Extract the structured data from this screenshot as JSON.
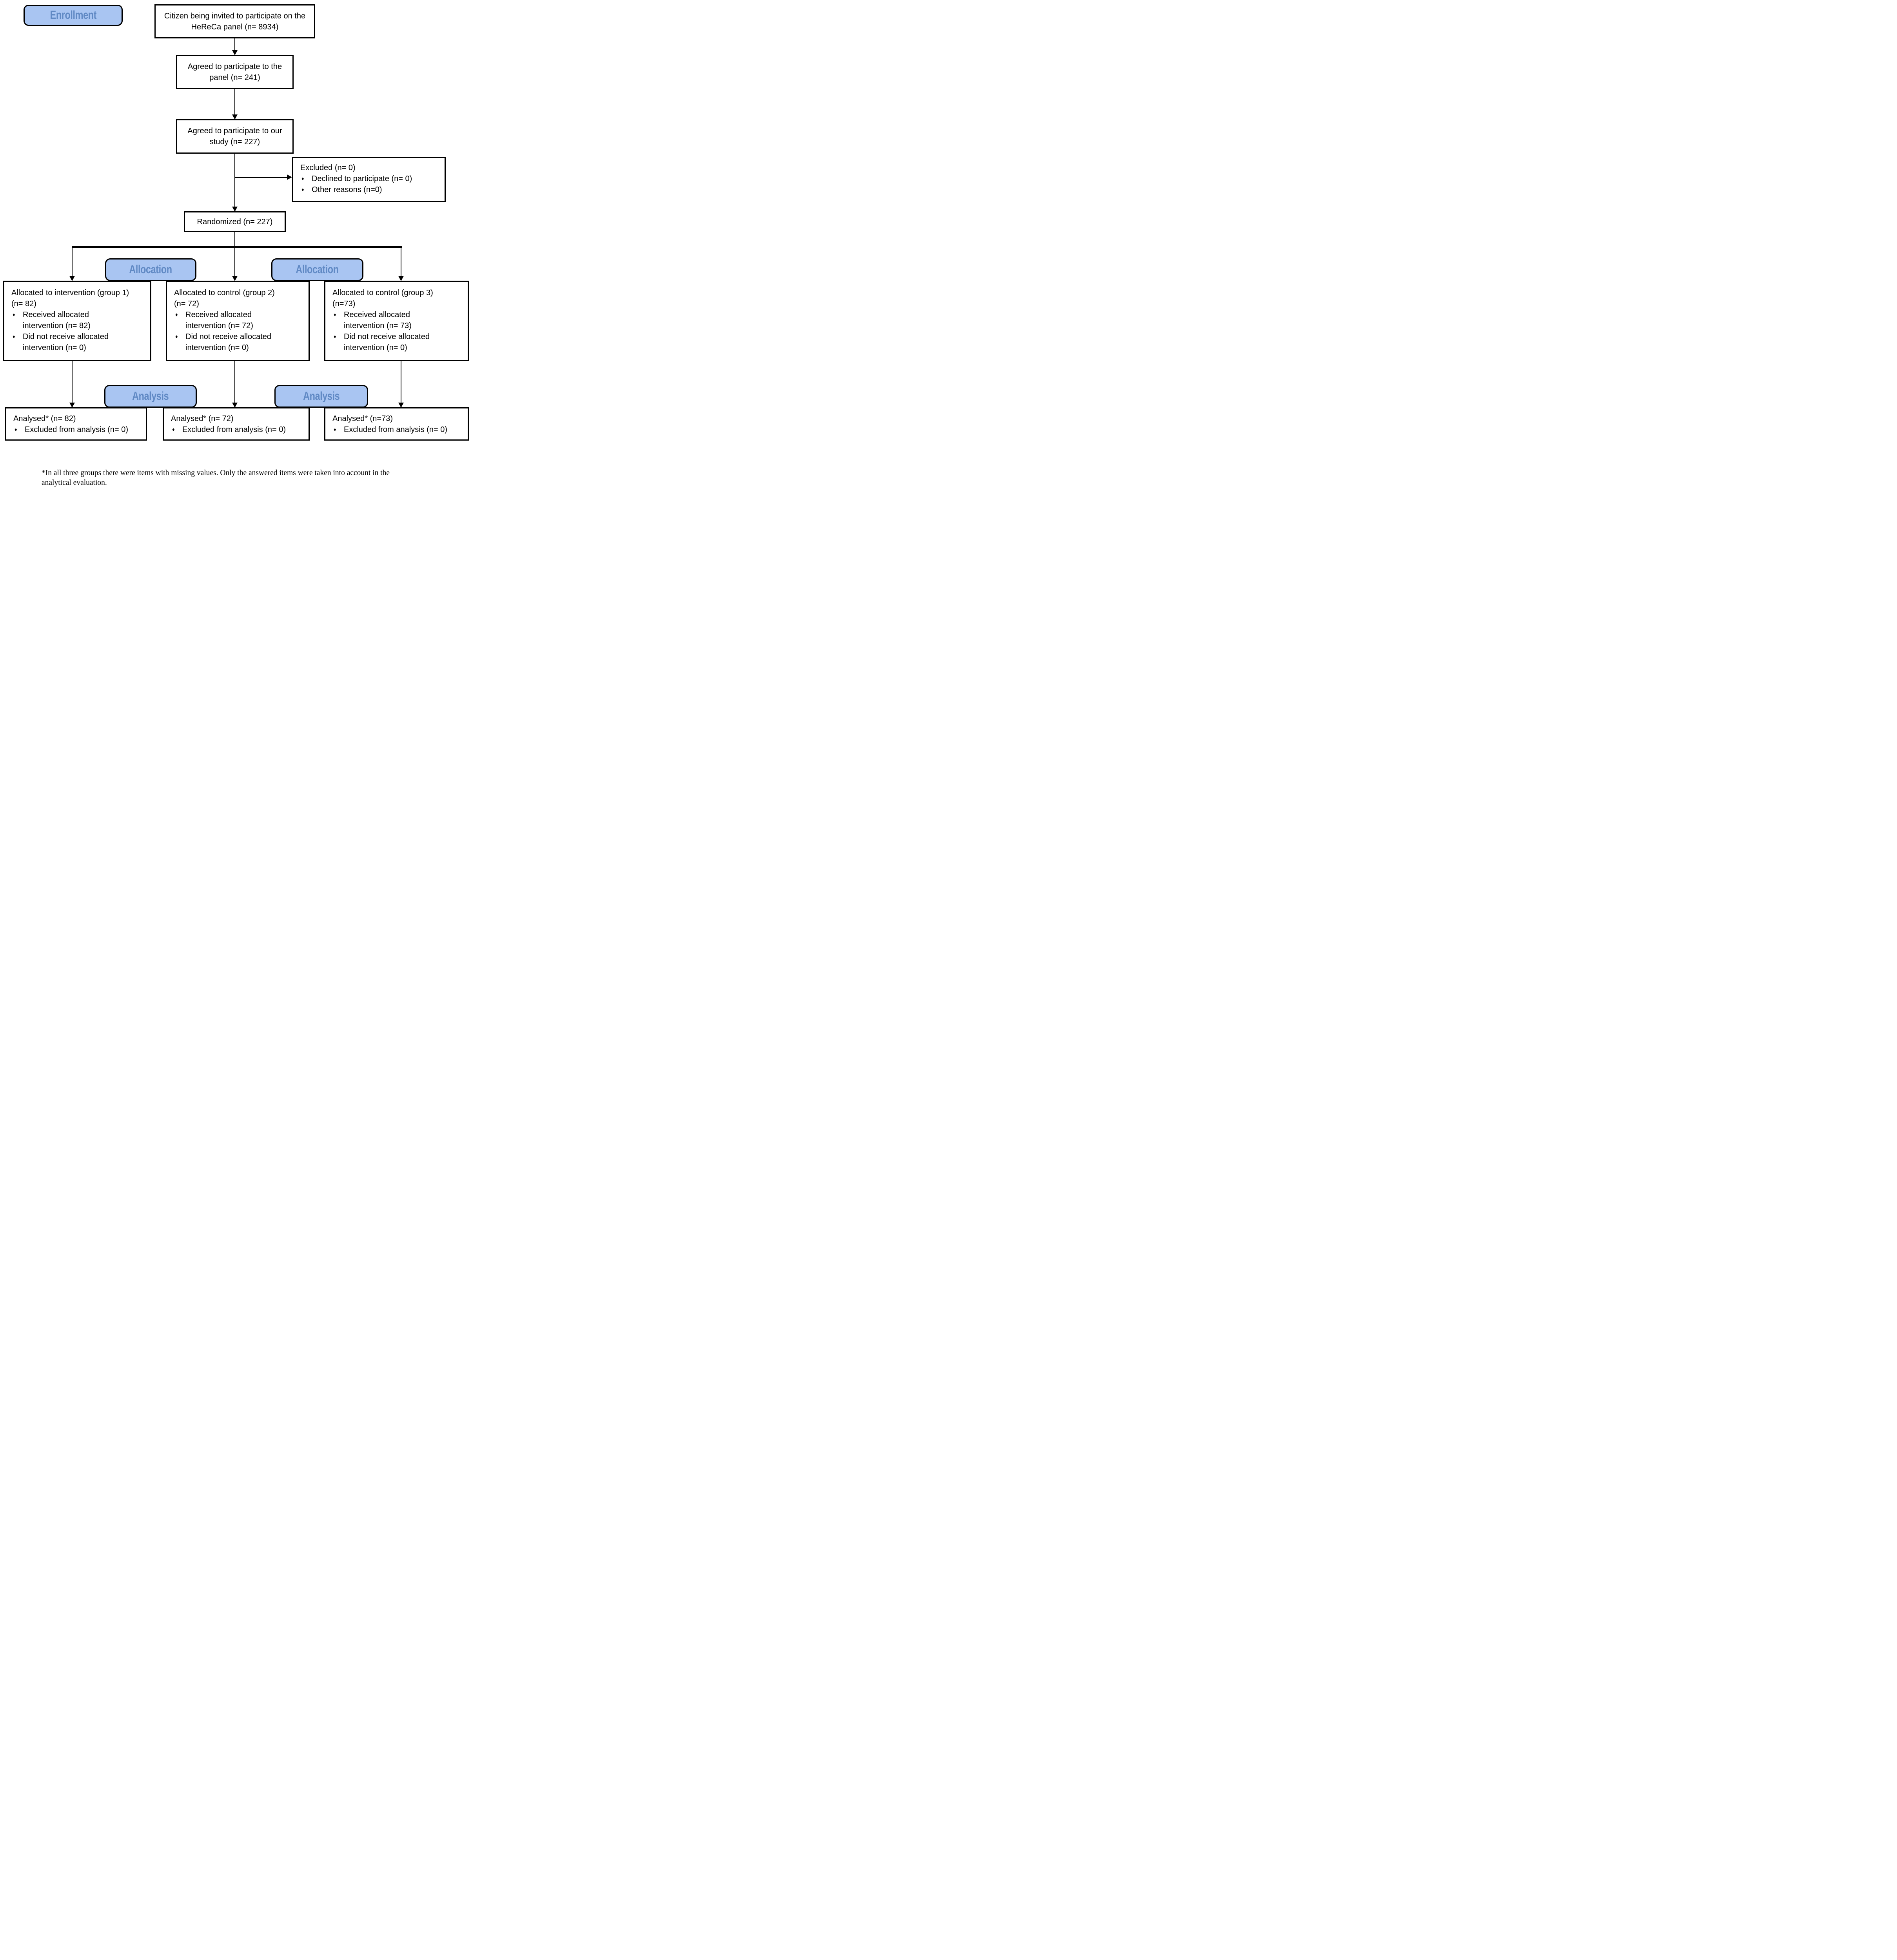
{
  "colors": {
    "stage_fill": "#a9c5f2",
    "stage_text": "#6089c4",
    "stage_border": "#000000",
    "box_border": "#000000",
    "text": "#000000",
    "background": "#ffffff"
  },
  "bullet_glyph": "♦",
  "stage_labels": {
    "enrollment": "Enrollment",
    "allocation_left": "Allocation",
    "allocation_right": "Allocation",
    "analysis_left": "Analysis",
    "analysis_right": "Analysis"
  },
  "boxes": {
    "invited": {
      "lines": [
        "Citizen being invited to participate on the",
        "HeReCa panel (n= 8934)"
      ]
    },
    "agreed_panel": {
      "lines": [
        "Agreed to participate to the",
        "panel (n= 241)"
      ]
    },
    "agreed_study": {
      "lines": [
        "Agreed to participate to our",
        "study (n= 227)"
      ]
    },
    "excluded": {
      "title": "Excluded (n= 0)",
      "bullets": [
        {
          "lines": [
            "Declined to participate (n= 0)"
          ]
        },
        {
          "lines": [
            "Other reasons (n=0)"
          ]
        }
      ]
    },
    "randomized": {
      "title": "Randomized (n= 227)"
    },
    "allocation_group1": {
      "title_lines": [
        "Allocated to intervention (group 1)",
        "(n= 82)"
      ],
      "bullets": [
        {
          "lines": [
            "Received allocated",
            "intervention (n= 82)"
          ]
        },
        {
          "lines": [
            "Did not receive allocated",
            "intervention (n= 0)"
          ]
        }
      ]
    },
    "allocation_group2": {
      "title_lines": [
        "Allocated to control (group 2)",
        "(n= 72)"
      ],
      "bullets": [
        {
          "lines": [
            "Received allocated",
            "intervention (n= 72)"
          ]
        },
        {
          "lines": [
            "Did not receive allocated",
            "intervention (n= 0)"
          ]
        }
      ]
    },
    "allocation_group3": {
      "title_lines": [
        "Allocated to control (group 3)",
        "(n=73)"
      ],
      "bullets": [
        {
          "lines": [
            "Received allocated",
            "intervention (n= 73)"
          ]
        },
        {
          "lines": [
            "Did not receive allocated",
            "intervention (n= 0)"
          ]
        }
      ]
    },
    "analysis_group1": {
      "title": "Analysed* (n= 82)",
      "bullets": [
        {
          "lines": [
            "Excluded from analysis (n= 0)"
          ]
        }
      ]
    },
    "analysis_group2": {
      "title": "Analysed* (n= 72)",
      "bullets": [
        {
          "lines": [
            "Excluded from analysis (n= 0)"
          ]
        }
      ]
    },
    "analysis_group3": {
      "title": "Analysed* (n=73)",
      "bullets": [
        {
          "lines": [
            "Excluded from analysis (n= 0)"
          ]
        }
      ]
    }
  },
  "footnote": {
    "lines": [
      "*In all three groups there were items with missing values. Only the answered items were taken into account in the",
      "analytical evaluation."
    ]
  }
}
